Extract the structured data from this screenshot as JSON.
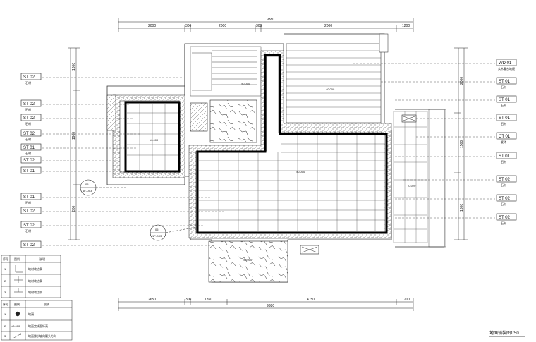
{
  "drawing_title": "地面铺装图",
  "scale": "1:50",
  "overall_dimension_top": "9380",
  "overall_dimension_bottom": "9380",
  "top_dimensions": [
    "2000",
    "300",
    "2000",
    "300",
    "2000",
    "1200"
  ],
  "bottom_dimensions": [
    "2650",
    "300",
    "1850",
    "4150",
    "1200"
  ],
  "left_dimensions": [
    "1600",
    "1900",
    "800"
  ],
  "right_dimensions": [
    "2000",
    "1500",
    "1800"
  ],
  "elevations": [
    "±0.000",
    "±0.000",
    "±0.000",
    "±0.000",
    "-0.020",
    "±0.000"
  ],
  "section_refs": [
    {
      "num": "05",
      "sheet": "1F-D03"
    },
    {
      "num": "05",
      "sheet": "1F-D03"
    }
  ],
  "left_tags": [
    {
      "code": "ST 02",
      "desc": "石材"
    },
    {
      "code": "ST 02",
      "desc": "石材"
    },
    {
      "code": "ST 02",
      "desc": "石材"
    },
    {
      "code": "ST 01",
      "desc": "石材"
    },
    {
      "code": "ST 02",
      "desc": "石材"
    },
    {
      "code": "ST 01",
      "desc": "石材"
    },
    {
      "code": "ST 01",
      "desc": "石材"
    },
    {
      "code": "ST 02",
      "desc": "石材"
    },
    {
      "code": "ST 02",
      "desc": "石材"
    },
    {
      "code": "ST 02",
      "desc": "石材"
    }
  ],
  "right_tags": [
    {
      "code": "WD 01",
      "desc": "实木复合地板"
    },
    {
      "code": "ST 01",
      "desc": "石材"
    },
    {
      "code": "ST 01",
      "desc": "石材"
    },
    {
      "code": "ST 01",
      "desc": "石材"
    },
    {
      "code": "CT 01",
      "desc": "瓷砖"
    },
    {
      "code": "ST 01",
      "desc": "石材"
    },
    {
      "code": "ST 02",
      "desc": "石材"
    },
    {
      "code": "ST 02",
      "desc": "石材"
    },
    {
      "code": "ST 02",
      "desc": "石材"
    }
  ],
  "legend_top": {
    "headers": [
      "序号",
      "图例",
      "说明"
    ],
    "rows": [
      {
        "num": "1",
        "desc": "地材收边条"
      },
      {
        "num": "2",
        "desc": "地材收边条"
      },
      {
        "num": "3",
        "desc": "地材收边条"
      }
    ]
  },
  "legend_bottom": {
    "headers": [
      "序号",
      "图例",
      "说明"
    ],
    "rows": [
      {
        "num": "1",
        "sym": "",
        "desc": "地漏"
      },
      {
        "num": "2",
        "sym": "±0.000",
        "desc": "地面完成面标高"
      },
      {
        "num": "3",
        "sym": "",
        "desc": "地面排水坡向箭头方向"
      }
    ]
  }
}
